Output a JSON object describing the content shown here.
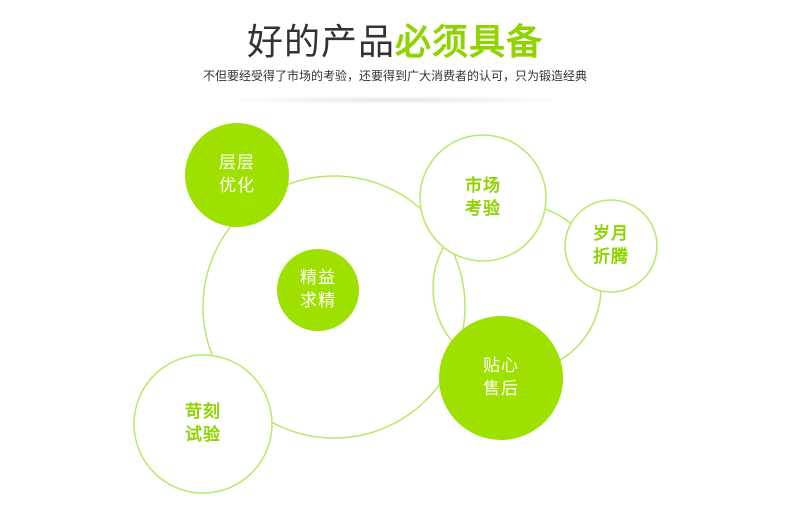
{
  "header": {
    "title_plain": "好的产品",
    "title_accent": "必须具备",
    "subtitle": "不但要经受得了市场的考验，还要得到广大消费者的认可，只为锻造经典"
  },
  "colors": {
    "accent": "#8fd400",
    "fill": "#9ee000",
    "outline": "#b8e868",
    "text_dark": "#333333"
  },
  "bubbles": [
    {
      "line1": "层层",
      "line2": "优化",
      "style": "solid"
    },
    {
      "line1": "精益",
      "line2": "求精",
      "style": "solid"
    },
    {
      "line1": "市场",
      "line2": "考验",
      "style": "outline"
    },
    {
      "line1": "岁月",
      "line2": "折腾",
      "style": "outline"
    },
    {
      "line1": "贴心",
      "line2": "售后",
      "style": "solid"
    },
    {
      "line1": "苛刻",
      "line2": "试验",
      "style": "outline"
    }
  ]
}
